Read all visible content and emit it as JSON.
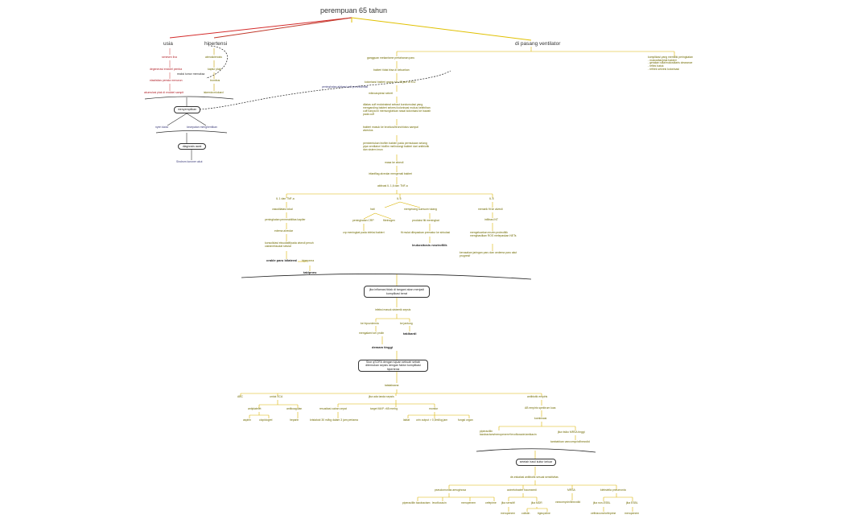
{
  "root": "perempuan 65 tahun",
  "left": {
    "usia": "usia",
    "usia_chain": [
      "senesen liva",
      "degenerasi endotel pemba",
      "elastisitas pemda menurun",
      "akumulasi plak di endotel sampit"
    ],
    "hipertensi": "hipertensi",
    "hip_chain": [
      "aterosklerosis",
      "kaptur plak",
      "trombus",
      "iskemia miokard"
    ],
    "note": "reaksi tumor memaksa",
    "box1": "menyempitkan",
    "branch": [
      "nyeri dada",
      "kecepatan menghentikan"
    ],
    "box2": "diagnosis awal",
    "result": "Sindrom koroner akut"
  },
  "vent": {
    "title": "di pasang ventilator",
    "side": [
      "komplikasi yang memiliki peringkatan",
      "- mukosiliar/plak bakteri",
      "- gerakan silia/mukosiliaris clearance",
      "- reflek batuk",
      "- refrlek sekresi kolonisasi"
    ],
    "chain": [
      "gangguan mekanisme pertahanan paru",
      "bakteri tidak bisa di keluarkan",
      "kolonisasi bakteri grana +/ix 48 jam di ICU",
      "mikroaspirasi sekret",
      "dilatas cuff endotrakeal sebaut kondumulasi yang menganding bakteri sekresi kolonisasi mukus kelebihan cuff hanya ini memungkinkan nasal kolonisasi ke bawah pada cuff",
      "bakteri masuk ke bronkus/bronchiolus sampai alveolus",
      "pembentukan biofilm bakteri pada permukaan selang pipa ventilator/ biofilm melindungi bakteri dari antibiotik dan sistem imun",
      "masa ke alveoli",
      "iritanfilag alveolar mengenali bakteri",
      "aktivasi IL 1,6 dan TNF-a"
    ],
    "arrow_note": "peningkatan aktivasi cell pro-inflamasi"
  },
  "il": {
    "c1": {
      "head": "IL 1 dan TNF-a",
      "items": [
        "vasodilatasi lokal",
        "peningkatan permeabilitas kapiler",
        "edema alveolar",
        "konsolidasi eksudatif/pada alveoli penuh cairan/eksudat selular",
        "crakle paru bilateral",
        "hiperpnea",
        "takipneu"
      ]
    },
    "c2": {
      "head": "IL 6",
      "items": [
        "hati",
        "produksi protein fase akut",
        "peningkatan CRP",
        "fibrinogen",
        "crp meningkat pada infeksi bakteri",
        "menyerang sumsum tulang",
        "produksi fiti meningkat",
        "fit mulai dilepaskan prematur ke sirkulasi",
        "leukositosis neutrofilik"
      ]
    },
    "c3": {
      "head": "IL 8",
      "items": [
        "menarik fit ke alveoli",
        "infiltrasi NT",
        "mengeluarkan enzim proteolitik menghasilkan ROS melepaskan NETs",
        "kerusakan jaringan paru dan oedema paru akut progresif"
      ]
    }
  },
  "mid": {
    "box3": "jika inflamasi tidak di tangani akan menjadi komplikasi berat",
    "sep": "infeksi masuk sistemik sepsis",
    "sep_branch": [
      "ke hipovolemia",
      "ke jantung"
    ],
    "sep_items": [
      "mengalami sel prolin",
      "takikardi"
    ],
    "ds": "demam tinggi",
    "box4": "Skor qSOFA dengan tujuan sebuah sebab ditemukan sepsis dengan faktor komplikasi hipertensi",
    "tata": "tatalaksana"
  },
  "tx": {
    "abc": "ABC",
    "scva": {
      "head": "untuk SCA",
      "sub": [
        "antiplatelet",
        "antikoagulan"
      ],
      "items": [
        "aspirin",
        "clopidogrel",
        "heparin"
      ]
    },
    "sep": {
      "head": "jika ada tanda sepsis",
      "sub": [
        "resusitasi cairan cepat",
        "target MAP >65 mmhg",
        "monitor"
      ],
      "items": [
        "kristaloid 30 ml/kg dalam 3 jam pertama",
        "laktat",
        "urin output > 0,5ml/kg jam",
        "fungsi organ"
      ]
    },
    "ae": {
      "head": "antibiotik empiris",
      "sub": "AB empiris spektrum luas",
      "sub2": "kombinasi",
      "items": [
        "piperacillin tazobactam/meropenem+levofloxacin/amikacin",
        "jika risiko MRSA tinggi",
        "tambahkan vancomycin/linezolid"
      ],
      "box5": "setelah hasil kultur keluar",
      "de": "de-eskalasi antibiotik sesuai sensitivitas"
    },
    "bottom": {
      "c1": {
        "head": "pseudomonas aeruginosa",
        "items": [
          "piperacillin tazobactam",
          "levofloxacin",
          "meropenem",
          "cefepime"
        ]
      },
      "c2": {
        "head": "acinetobacter baumannii",
        "items": [
          "jika sensitif",
          "jika MDR",
          "meropenem",
          "colistin",
          "tigecycline"
        ]
      },
      "c3": {
        "head": "MRSA",
        "items": [
          "vancomycin/linezolid"
        ]
      },
      "c4": {
        "head": "klebsiella pneumonia",
        "items": [
          "jika non-ESBL",
          "jika ESBL",
          "ceftriaxone/cefepime",
          "meropenem"
        ]
      }
    }
  }
}
